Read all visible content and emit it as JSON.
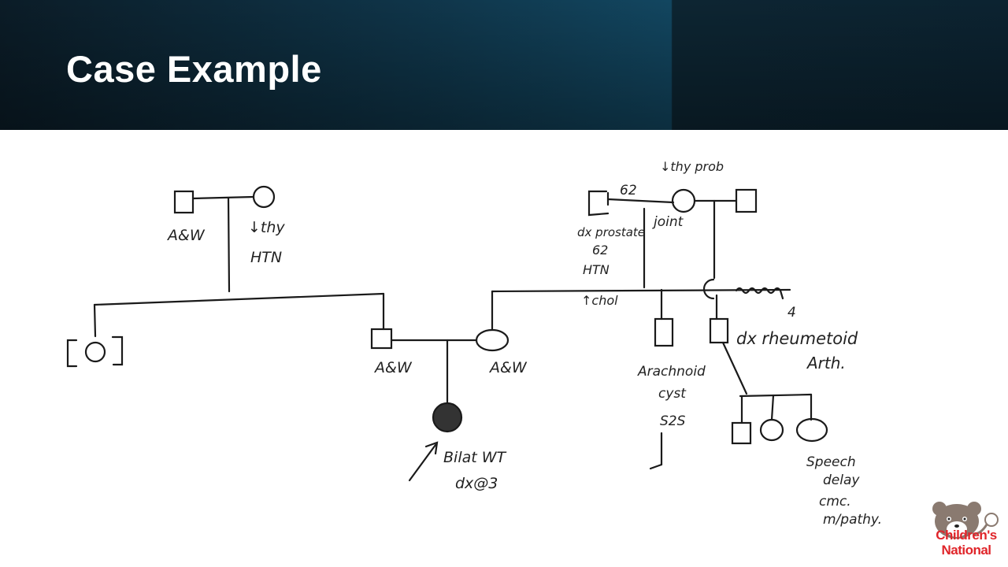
{
  "slide": {
    "title": "Case Example"
  },
  "pedigree_labels": {
    "paternal_grandfather": "A&W",
    "paternal_grandmother_line1": "↓thy",
    "paternal_grandmother_line2": "HTN",
    "father": "A&W",
    "mother": "A&W",
    "proband_line1": "Bilat WT",
    "proband_line2": "dx@3",
    "maternal_grandfather_age": "62",
    "maternal_grandfather_line1": "dx prostate",
    "maternal_grandfather_line2": "62",
    "maternal_grandfather_line3": "HTN",
    "maternal_grandfather_line4": "↑chol",
    "maternal_grandmother_top": "↓thy prob",
    "maternal_grandmother_below": "joint",
    "sibling_count": "4",
    "uncle_line1": "Arachnoid",
    "uncle_line2": "cyst",
    "uncle_line3": "S2S",
    "uncle2_line1": "dx rheumetoid",
    "uncle2_line2": "Arth.",
    "cousin_line1": "Speech",
    "cousin_line2": "delay",
    "cousin_line3": "cmc.",
    "cousin_line4": "m/pathy."
  },
  "logo": {
    "line1": "Children's",
    "line2": "National"
  },
  "colors": {
    "header_dark": "#0b1c27",
    "header_accent": "#124660",
    "logo_red": "#e0252a",
    "bear_brown": "#8a7a70"
  }
}
